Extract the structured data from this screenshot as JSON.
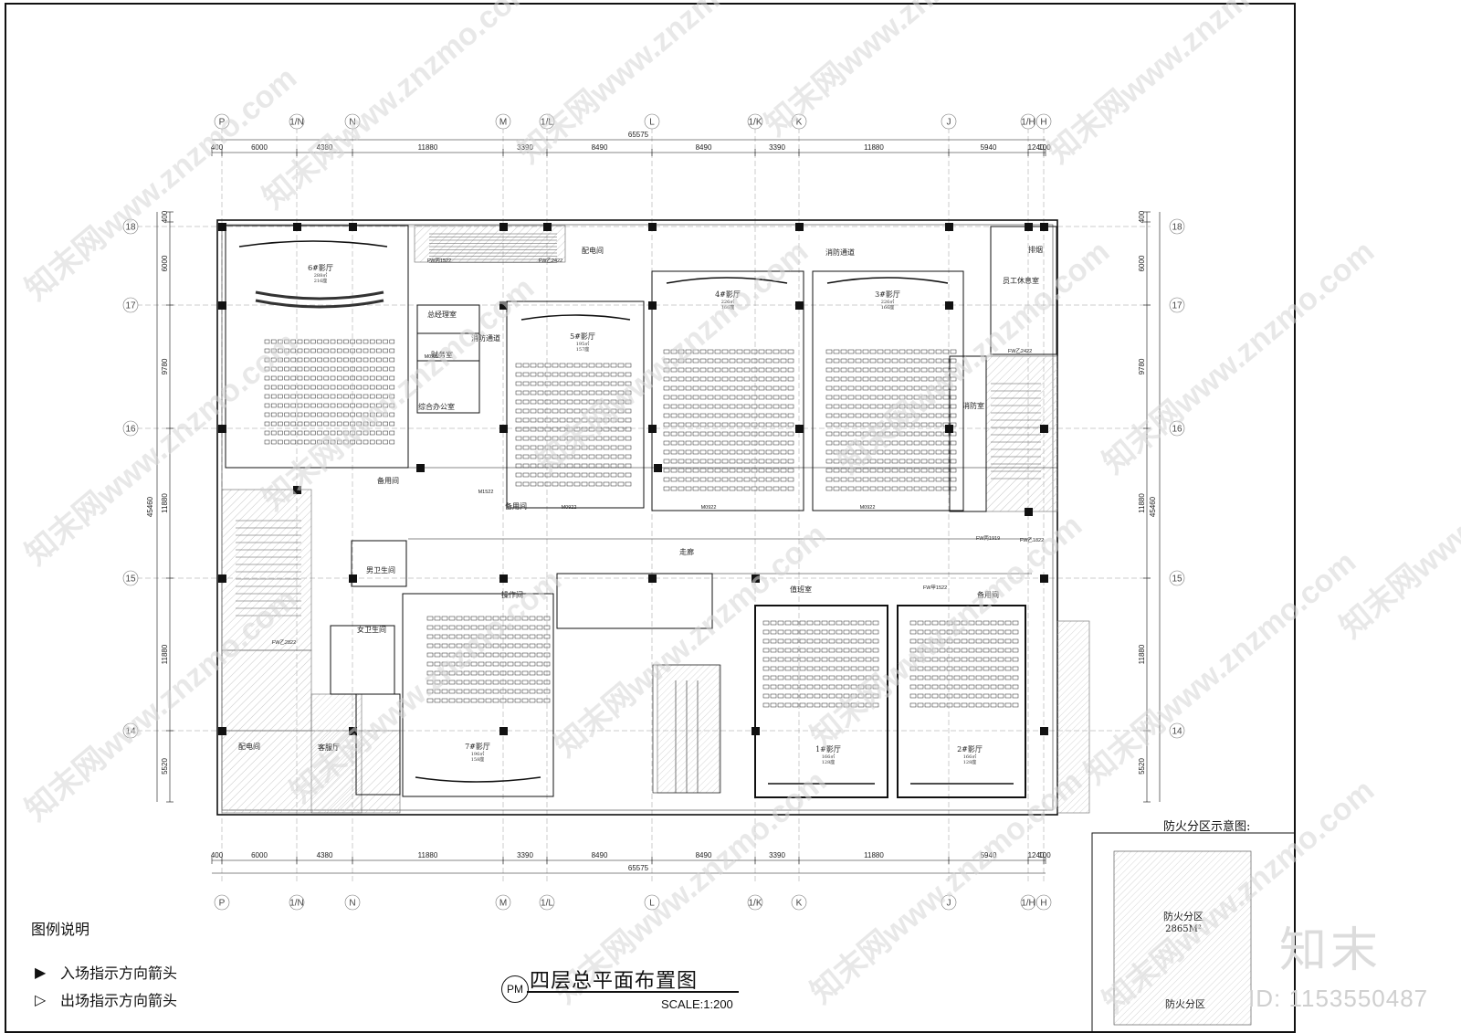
{
  "colors": {
    "line": "#111111",
    "hatch": "#bbbbbb",
    "watermark": "#d6d6d6",
    "brand": "#dcdcdc"
  },
  "axes": {
    "columns": [
      "P",
      "1/N",
      "N",
      "M",
      "1/L",
      "L",
      "1/K",
      "K",
      "J",
      "1/H",
      "H"
    ],
    "rows": [
      "18",
      "17",
      "16",
      "15",
      "14"
    ]
  },
  "dimensions": {
    "top_total": "65575",
    "top_segments": [
      "400",
      "6000",
      "4380",
      "11880",
      "3390",
      "8490",
      "8490",
      "3390",
      "11880",
      "5940",
      "1240",
      "100"
    ],
    "side_segments": [
      "400",
      "6000",
      "9780",
      "11880",
      "11880",
      "5520"
    ],
    "side_total": "45460"
  },
  "rooms": {
    "hall6": "6#影厅",
    "hall6_area": "288㎡",
    "hall6_seats": "216座",
    "hall5": "5#影厅",
    "hall5_area": "195㎡",
    "hall5_seats": "157座",
    "hall4": "4#影厅",
    "hall4_area": "226㎡",
    "hall4_seats": "166座",
    "hall3": "3#影厅",
    "hall3_area": "226㎡",
    "hall3_seats": "166座",
    "hall7": "7#影厅",
    "hall7_area": "196㎡",
    "hall7_seats": "158座",
    "hall1": "1#影厅",
    "hall1_area": "166㎡",
    "hall1_seats": "128座",
    "hall2": "2#影厅",
    "hall2_area": "166㎡",
    "hall2_seats": "128座",
    "gm_office": "总经理室",
    "finance": "财务室",
    "office": "综合办公室",
    "fire_passage": "消防通道",
    "fire_passage_top": "消防通道",
    "staff_rest": "员工休息室",
    "dist_room": "配电间",
    "dist_room2": "配电间",
    "mens_wc": "男卫生间",
    "womens_wc": "女卫生间",
    "operation": "操作间",
    "duty_room": "值班室",
    "spare_room": "备用间",
    "spare_room2": "备用间",
    "corridor": "走廊",
    "fire_room": "消防室",
    "smoke": "排烟",
    "service": "客服厅",
    "storage": "备用间"
  },
  "doors": [
    "FW丙1522",
    "FW乙2422",
    "FW乙1822",
    "FW乙2822",
    "M0922",
    "M1522",
    "FW丙1919",
    "FW甲1522"
  ],
  "legend": {
    "title": "图例说明",
    "enter": "入场指示方向箭头",
    "exit": "出场指示方向箭头",
    "enter_icon": "arrow-solid",
    "exit_icon": "arrow-outline"
  },
  "title_block": {
    "badge": "PM",
    "title": "四层总平面布置图",
    "scale": "SCALE:1:200"
  },
  "fire_zone": {
    "title": "防火分区示意图:",
    "zone_label": "防火分区",
    "zone_area": "2865M²",
    "zone_label2": "防火分区"
  },
  "watermark": {
    "text": "www.znzmo.com",
    "cn": "知末网",
    "brand": "知末",
    "id": "ID: 1153550487"
  }
}
